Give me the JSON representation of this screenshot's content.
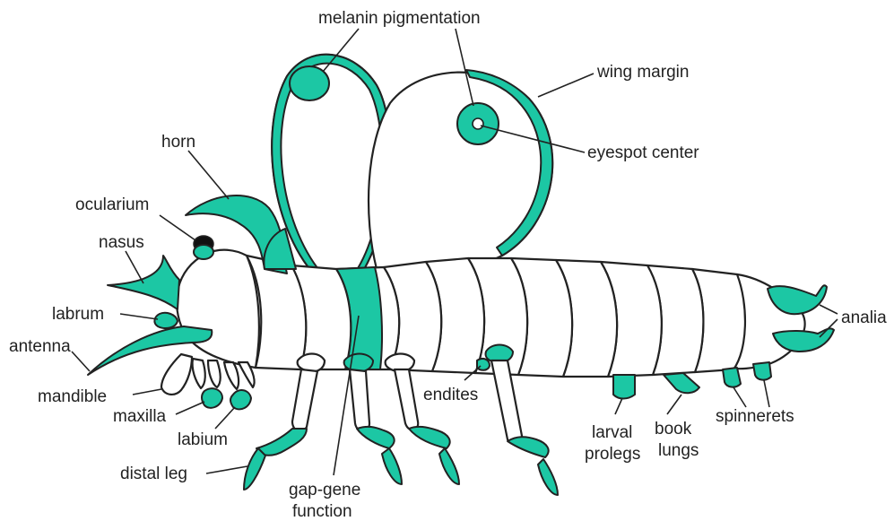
{
  "colors": {
    "accent": "#1cc7a4",
    "outline": "#222222",
    "background": "#ffffff",
    "ocularium": "#111111"
  },
  "labels": {
    "melanin_pigmentation": "melanin pigmentation",
    "wing_margin": "wing margin",
    "eyespot_center": "eyespot center",
    "horn": "horn",
    "ocularium": "ocularium",
    "nasus": "nasus",
    "labrum": "labrum",
    "antenna": "antenna",
    "mandible": "mandible",
    "maxilla": "maxilla",
    "labium": "labium",
    "distal_leg": "distal leg",
    "gap_gene_line1": "gap-gene",
    "gap_gene_line2": "function",
    "endites": "endites",
    "larval_prolegs_line1": "larval",
    "larval_prolegs_line2": "prolegs",
    "book_lungs_line1": "book",
    "book_lungs_line2": "lungs",
    "spinnerets": "spinnerets",
    "analia": "analia"
  }
}
